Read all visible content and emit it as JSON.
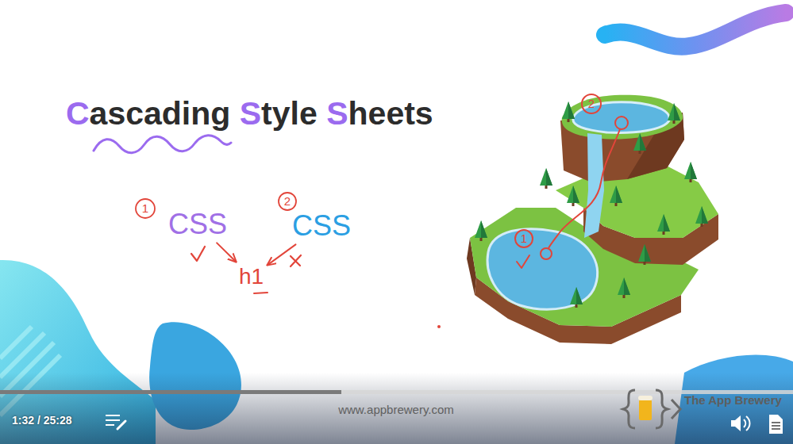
{
  "diagram": {
    "title": "Cascading Style Sheets",
    "nodes": [
      {
        "text": [
          "CSS"
        ]
      },
      {
        "text": [
          "CSS"
        ]
      },
      {
        "text": [
          "h1"
        ]
      }
    ],
    "edges": [
      {
        "from": 0,
        "to": 2,
        "arrow": "to"
      },
      {
        "from": 1,
        "to": 2,
        "arrow": "to"
      }
    ],
    "labels": [
      "1",
      "2",
      "2",
      "1",
      "1:32 / 25:28",
      "www.appbrewery.com",
      "The App Brewery"
    ]
  }
}
